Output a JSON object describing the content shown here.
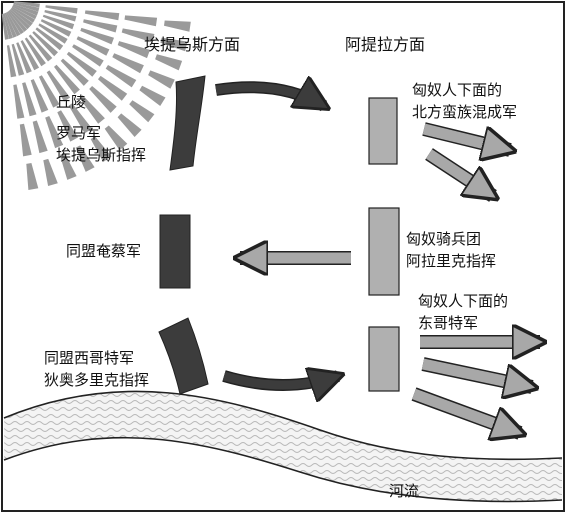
{
  "headers": {
    "aetius_side": "埃提乌斯方面",
    "attila_side": "阿提拉方面"
  },
  "labels": {
    "hill": "丘陵",
    "roman_army_line1": "罗马军",
    "roman_army_line2": "埃提乌斯指挥",
    "allied_alans": "同盟奄蔡军",
    "allied_visigoths_line1": "同盟西哥特军",
    "allied_visigoths_line2": "狄奥多里克指挥",
    "huns_north_line1": "匈奴人下面的",
    "huns_north_line2": "北方蛮族混成军",
    "hun_cavalry_line1": "匈奴骑兵团",
    "hun_cavalry_line2": "阿拉里克指挥",
    "huns_east_line1": "匈奴人下面的",
    "huns_east_line2": "东哥特军",
    "river": "河流"
  },
  "colors": {
    "aetius_unit": "#3c3c3c",
    "attila_unit": "#b0b0b0",
    "outline": "#222222",
    "river_fill": "#f4f4f4",
    "river_wave": "#b8b8b8"
  },
  "icons": {
    "hill": "hill-rays-icon"
  }
}
